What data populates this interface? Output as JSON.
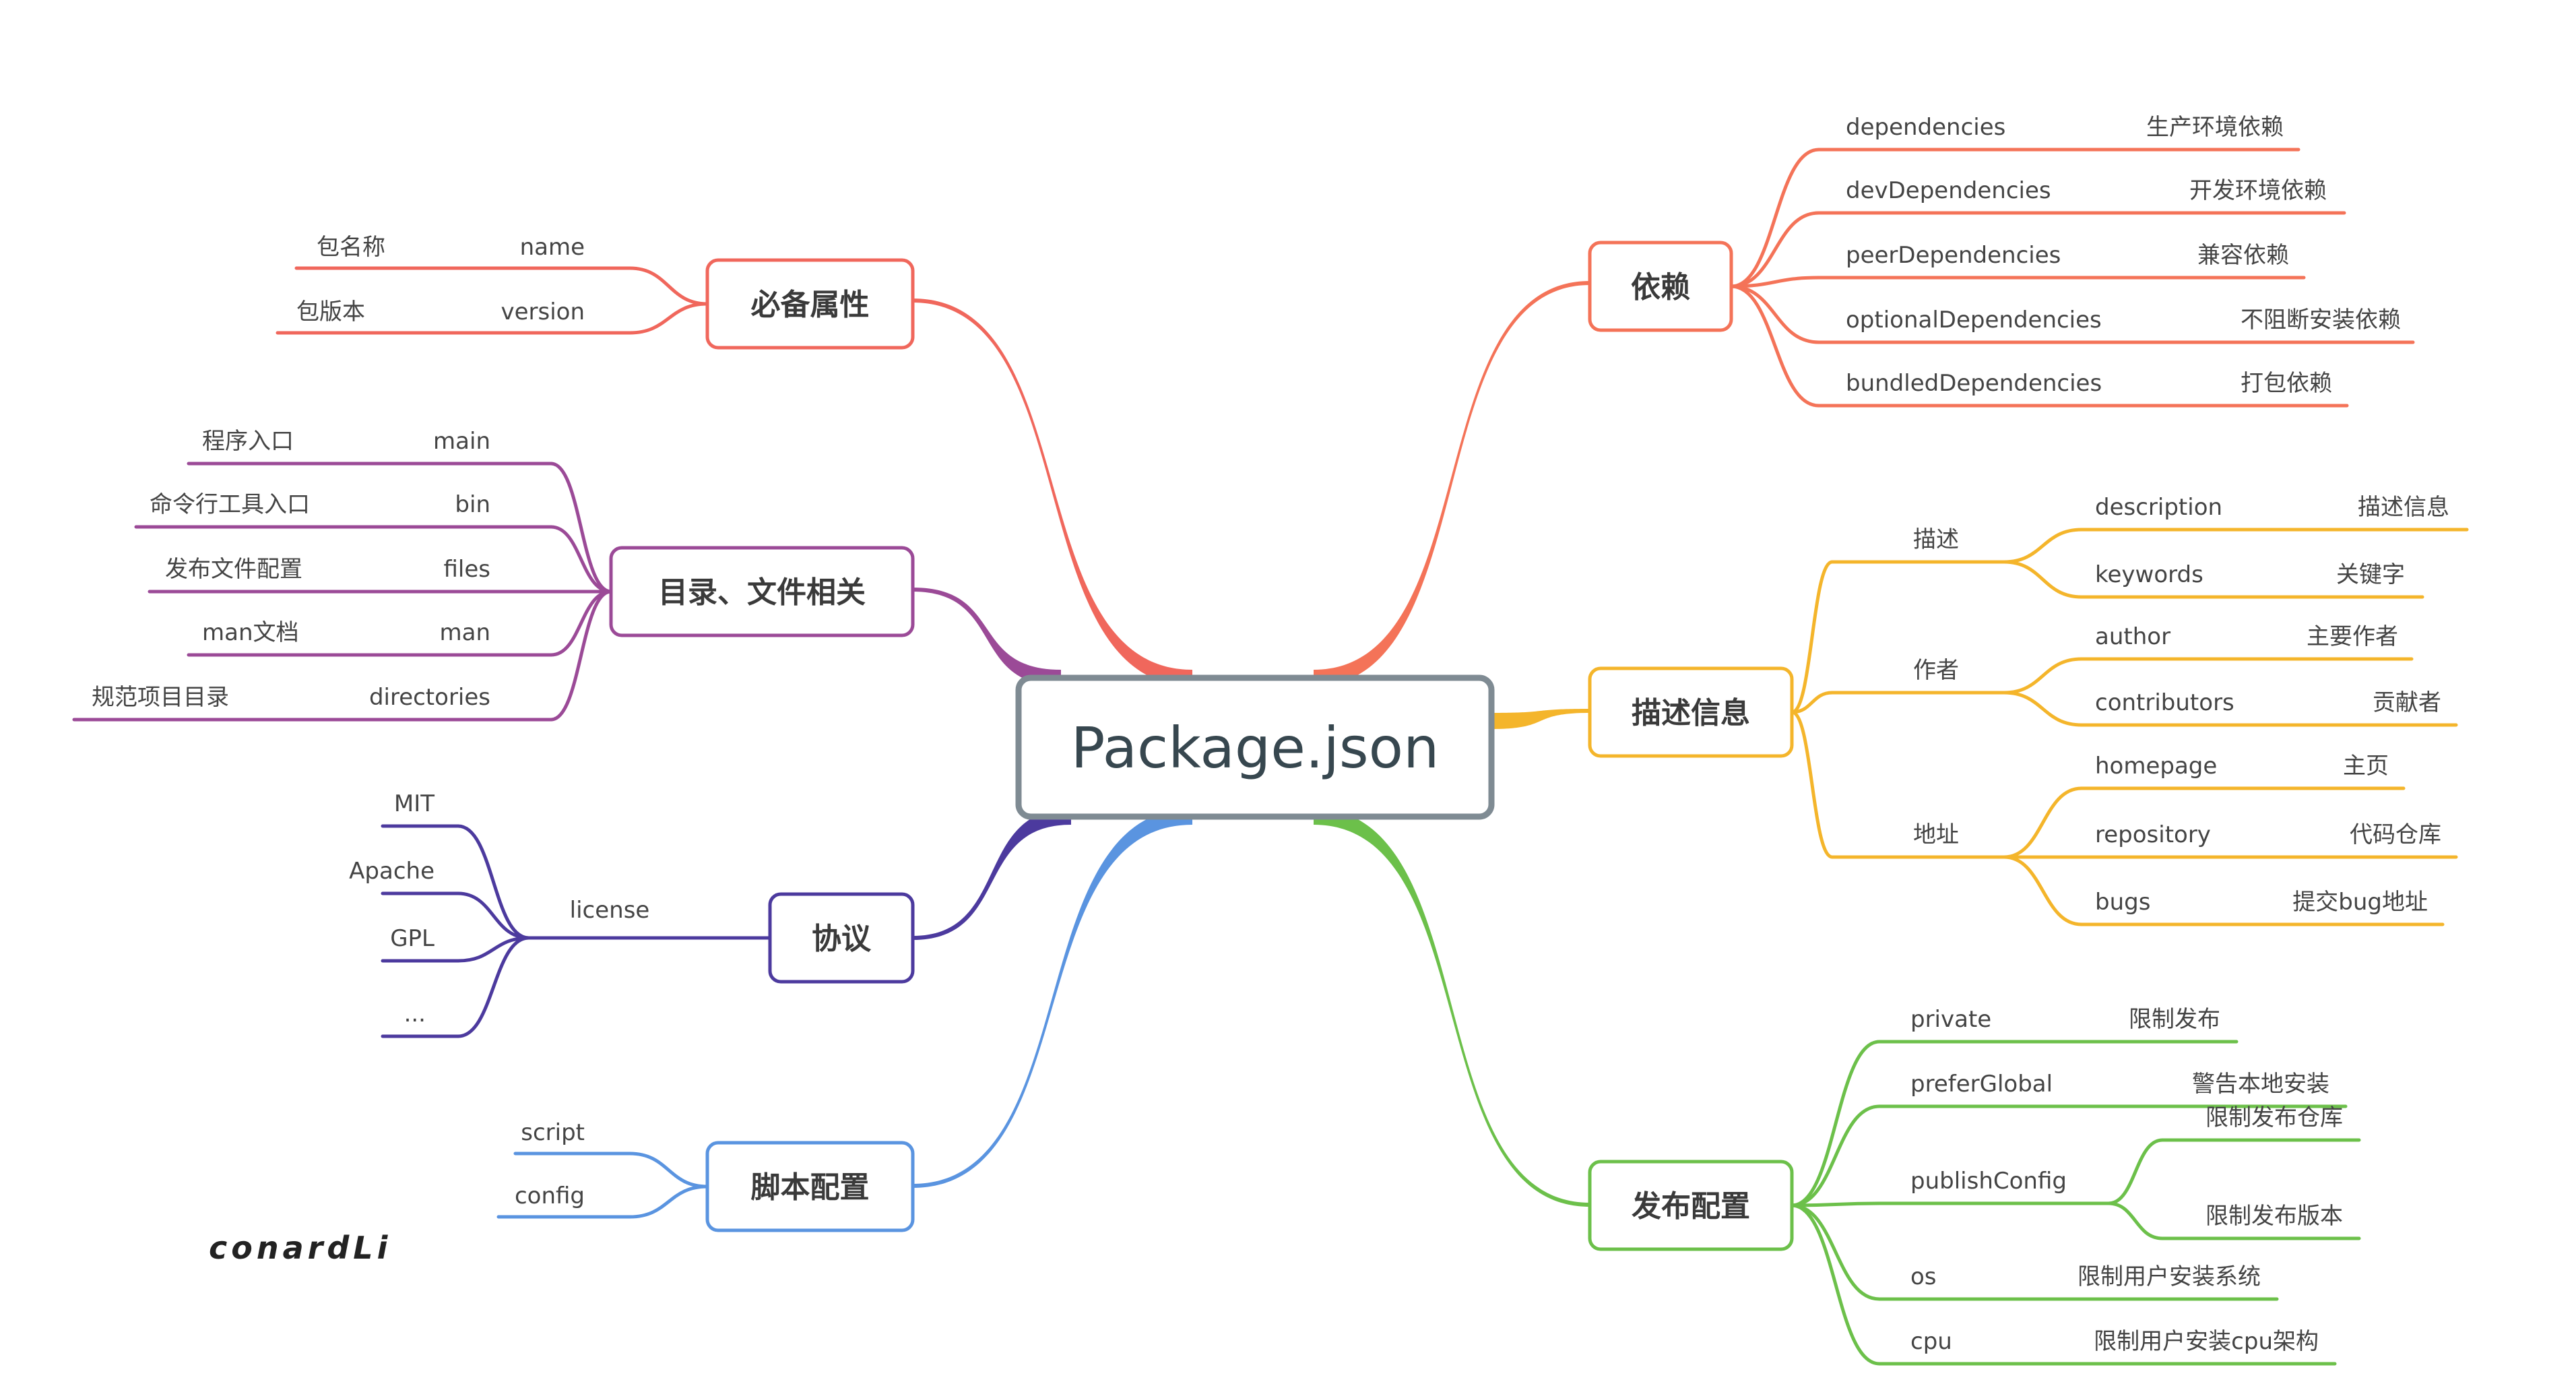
{
  "root": {
    "label": "Package.json"
  },
  "signature": "conardLi",
  "colors": {
    "required": "#f0675c",
    "directory": "#9b4a97",
    "license": "#4c3a9e",
    "script": "#5a94e0",
    "deps": "#f47358",
    "desc": "#f4b52b",
    "publish": "#6cc04a",
    "root_border": "#7f8b93"
  },
  "branches": {
    "required": {
      "title": "必备属性",
      "items": [
        {
          "cn": "包名称",
          "key": "name"
        },
        {
          "cn": "包版本",
          "key": "version"
        }
      ]
    },
    "directory": {
      "title": "目录、文件相关",
      "items": [
        {
          "cn": "程序入口",
          "key": "main"
        },
        {
          "cn": "命令行工具入口",
          "key": "bin"
        },
        {
          "cn": "发布文件配置",
          "key": "files"
        },
        {
          "cn": "man文档",
          "key": "man"
        },
        {
          "cn": "规范项目目录",
          "key": "directories"
        }
      ]
    },
    "license": {
      "title": "协议",
      "key": "license",
      "items": [
        "MIT",
        "Apache",
        "GPL",
        "..."
      ]
    },
    "script": {
      "title": "脚本配置",
      "items": [
        "script",
        "config"
      ]
    },
    "deps": {
      "title": "依赖",
      "items": [
        {
          "key": "dependencies",
          "cn": "生产环境依赖"
        },
        {
          "key": "devDependencies",
          "cn": "开发环境依赖"
        },
        {
          "key": "peerDependencies",
          "cn": "兼容依赖"
        },
        {
          "key": "optionalDependencies",
          "cn": "不阻断安装依赖"
        },
        {
          "key": "bundledDependencies",
          "cn": "打包依赖"
        }
      ]
    },
    "desc": {
      "title": "描述信息",
      "groups": [
        {
          "label": "描述",
          "items": [
            {
              "key": "description",
              "cn": "描述信息"
            },
            {
              "key": "keywords",
              "cn": "关键字"
            }
          ]
        },
        {
          "label": "作者",
          "items": [
            {
              "key": "author",
              "cn": "主要作者"
            },
            {
              "key": "contributors",
              "cn": "贡献者"
            }
          ]
        },
        {
          "label": "地址",
          "items": [
            {
              "key": "homepage",
              "cn": "主页"
            },
            {
              "key": "repository",
              "cn": "代码仓库"
            },
            {
              "key": "bugs",
              "cn": "提交bug地址"
            }
          ]
        }
      ]
    },
    "publish": {
      "title": "发布配置",
      "items": [
        {
          "key": "private",
          "cn": "限制发布"
        },
        {
          "key": "preferGlobal",
          "cn": "警告本地安装"
        },
        {
          "key": "publishConfig",
          "children": [
            "限制发布仓库",
            "限制发布版本"
          ]
        },
        {
          "key": "os",
          "cn": "限制用户安装系统"
        },
        {
          "key": "cpu",
          "cn": "限制用户安装cpu架构"
        }
      ]
    }
  }
}
